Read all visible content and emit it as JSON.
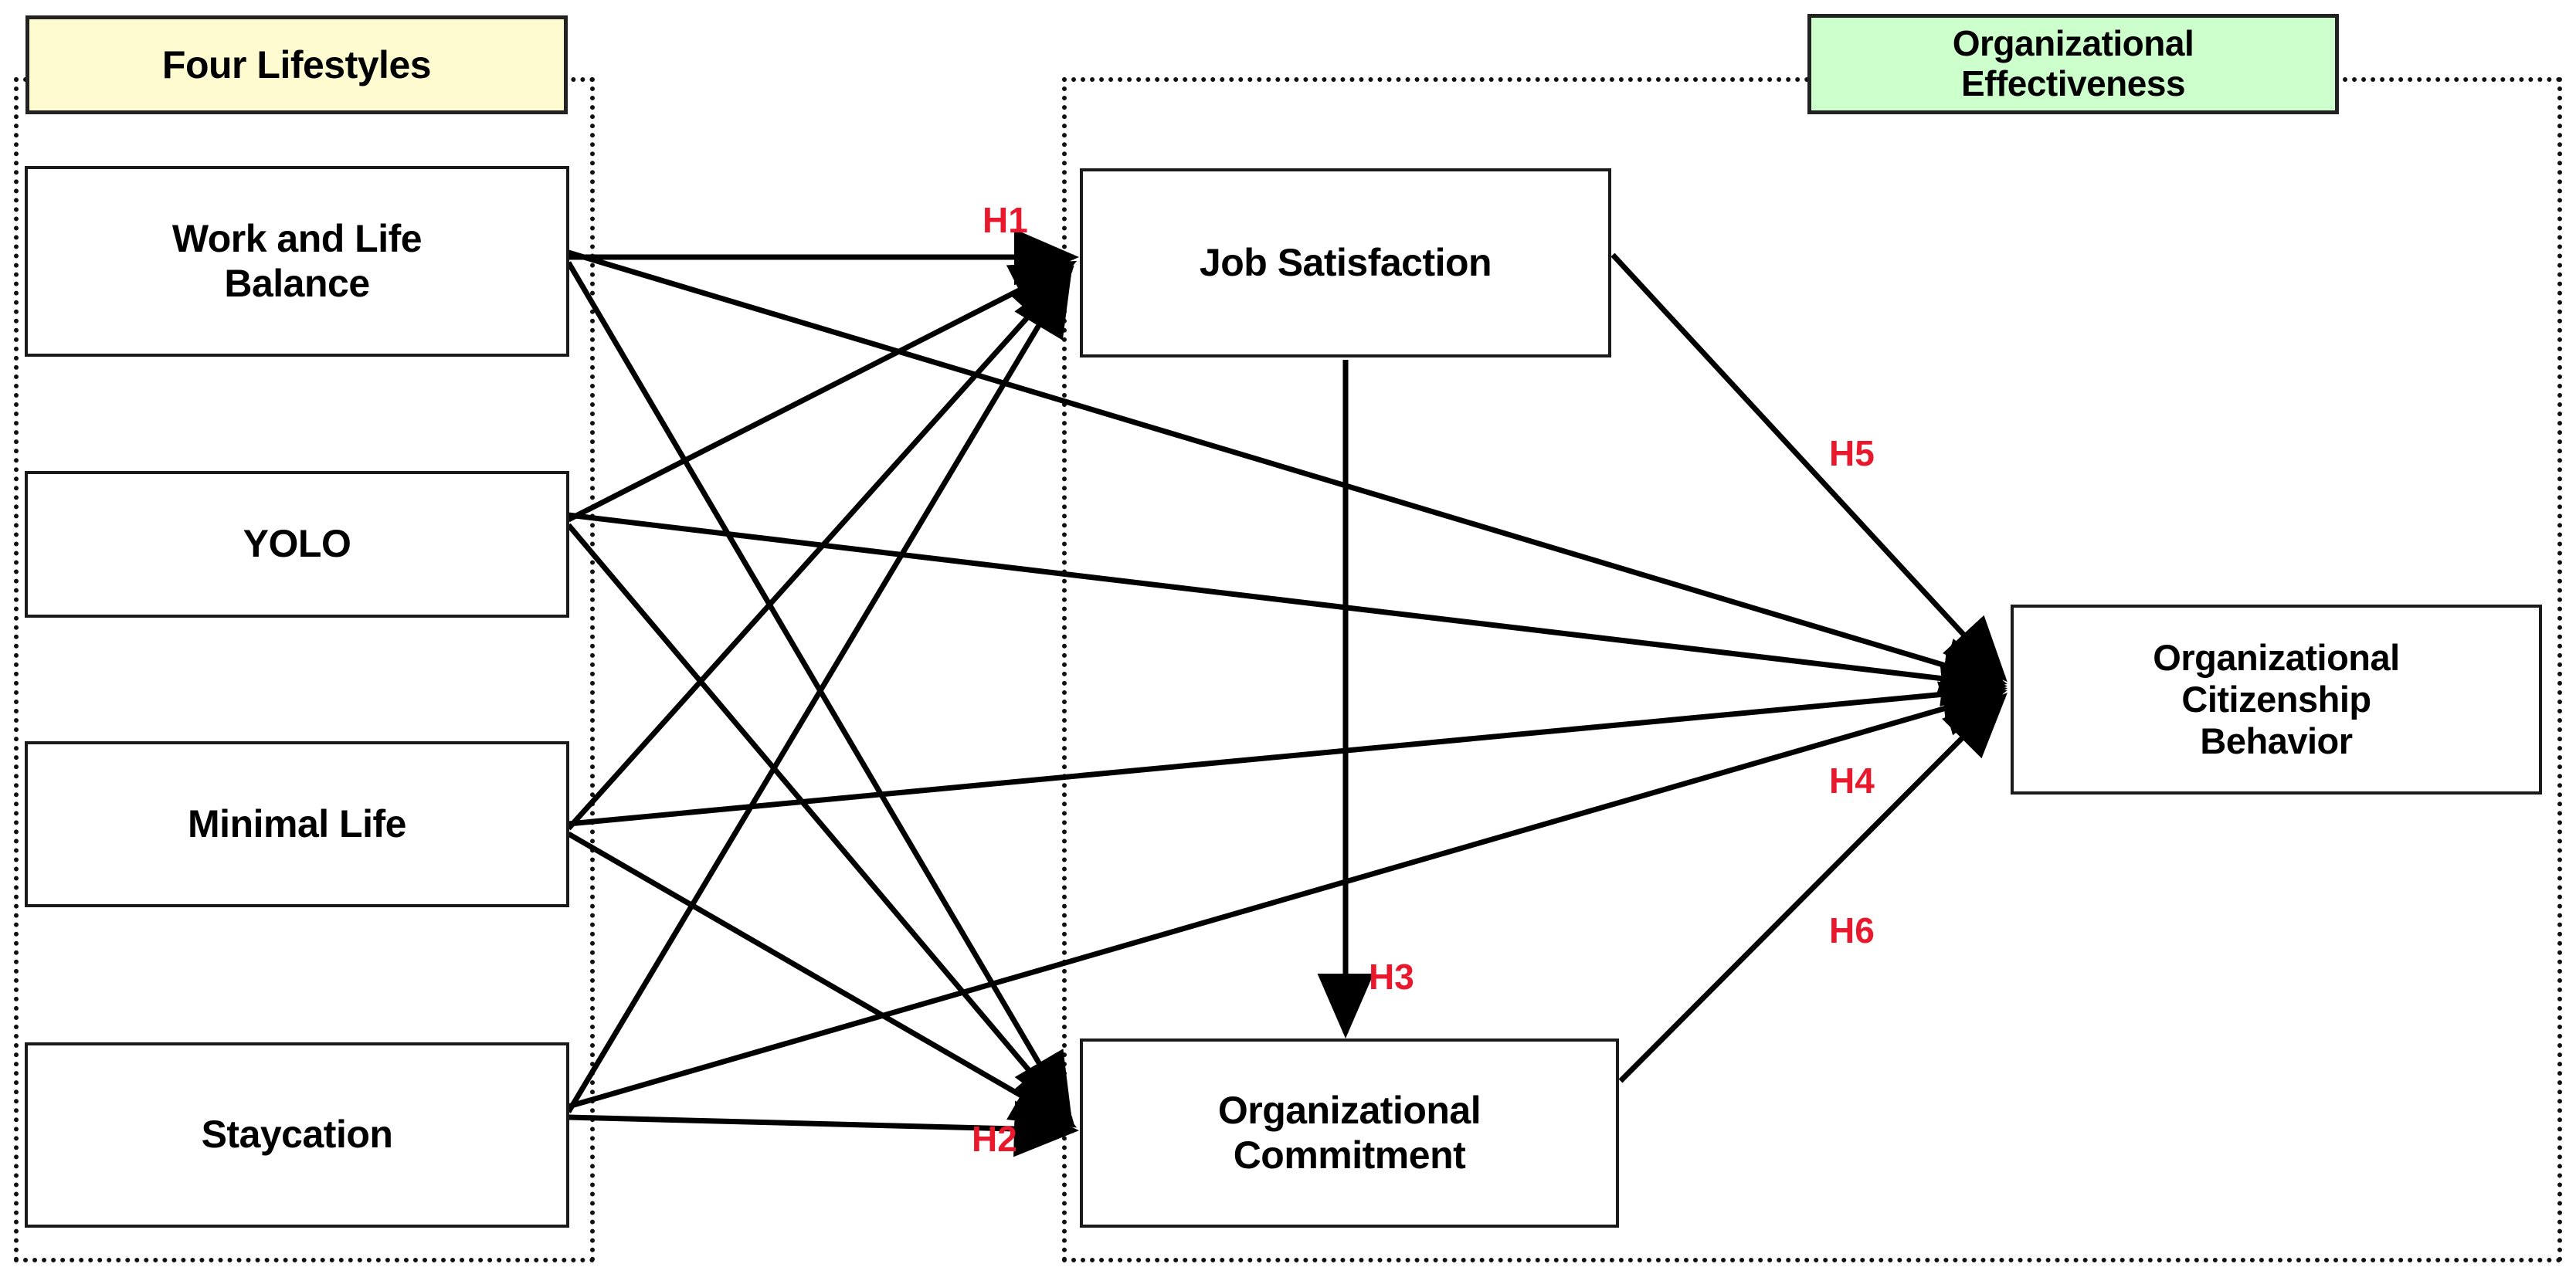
{
  "diagram": {
    "type": "research-model-path-diagram",
    "background": "#ffffff",
    "hypothesis_color": "#e8192c",
    "line_color": "#000000"
  },
  "groups": [
    {
      "id": "four-lifestyles",
      "title": "Four Lifestyles",
      "fill": "#FDFBCF",
      "border": "#222222"
    },
    {
      "id": "organizational-effectiveness",
      "title": "Organizational\nEffectiveness",
      "title_line1": "Organizational",
      "title_line2": "Effectiveness",
      "fill": "#CCFFCC",
      "border": "#222222"
    }
  ],
  "nodes": {
    "work_life_balance": {
      "label_line1": "Work and Life",
      "label_line2": "Balance"
    },
    "yolo": {
      "label": "YOLO"
    },
    "minimal_life": {
      "label": "Minimal Life"
    },
    "staycation": {
      "label": "Staycation"
    },
    "job_satisfaction": {
      "label": "Job Satisfaction"
    },
    "organizational_commitment": {
      "label_line1": "Organizational",
      "label_line2": "Commitment"
    },
    "organizational_citizenship_behavior": {
      "label_line1": "Organizational",
      "label_line2": "Citizenship",
      "label_line3": "Behavior"
    }
  },
  "hypotheses": [
    {
      "id": "H1",
      "label": "H1",
      "from": "four-lifestyles",
      "to": "job-satisfaction"
    },
    {
      "id": "H2",
      "label": "H2",
      "from": "four-lifestyles",
      "to": "organizational-commitment"
    },
    {
      "id": "H3",
      "label": "H3",
      "from": "job-satisfaction",
      "to": "organizational-commitment"
    },
    {
      "id": "H4",
      "label": "H4",
      "from": "four-lifestyles",
      "to": "organizational-citizenship-behavior"
    },
    {
      "id": "H5",
      "label": "H5",
      "from": "job-satisfaction",
      "to": "organizational-citizenship-behavior"
    },
    {
      "id": "H6",
      "label": "H6",
      "from": "organizational-commitment",
      "to": "organizational-citizenship-behavior"
    }
  ]
}
